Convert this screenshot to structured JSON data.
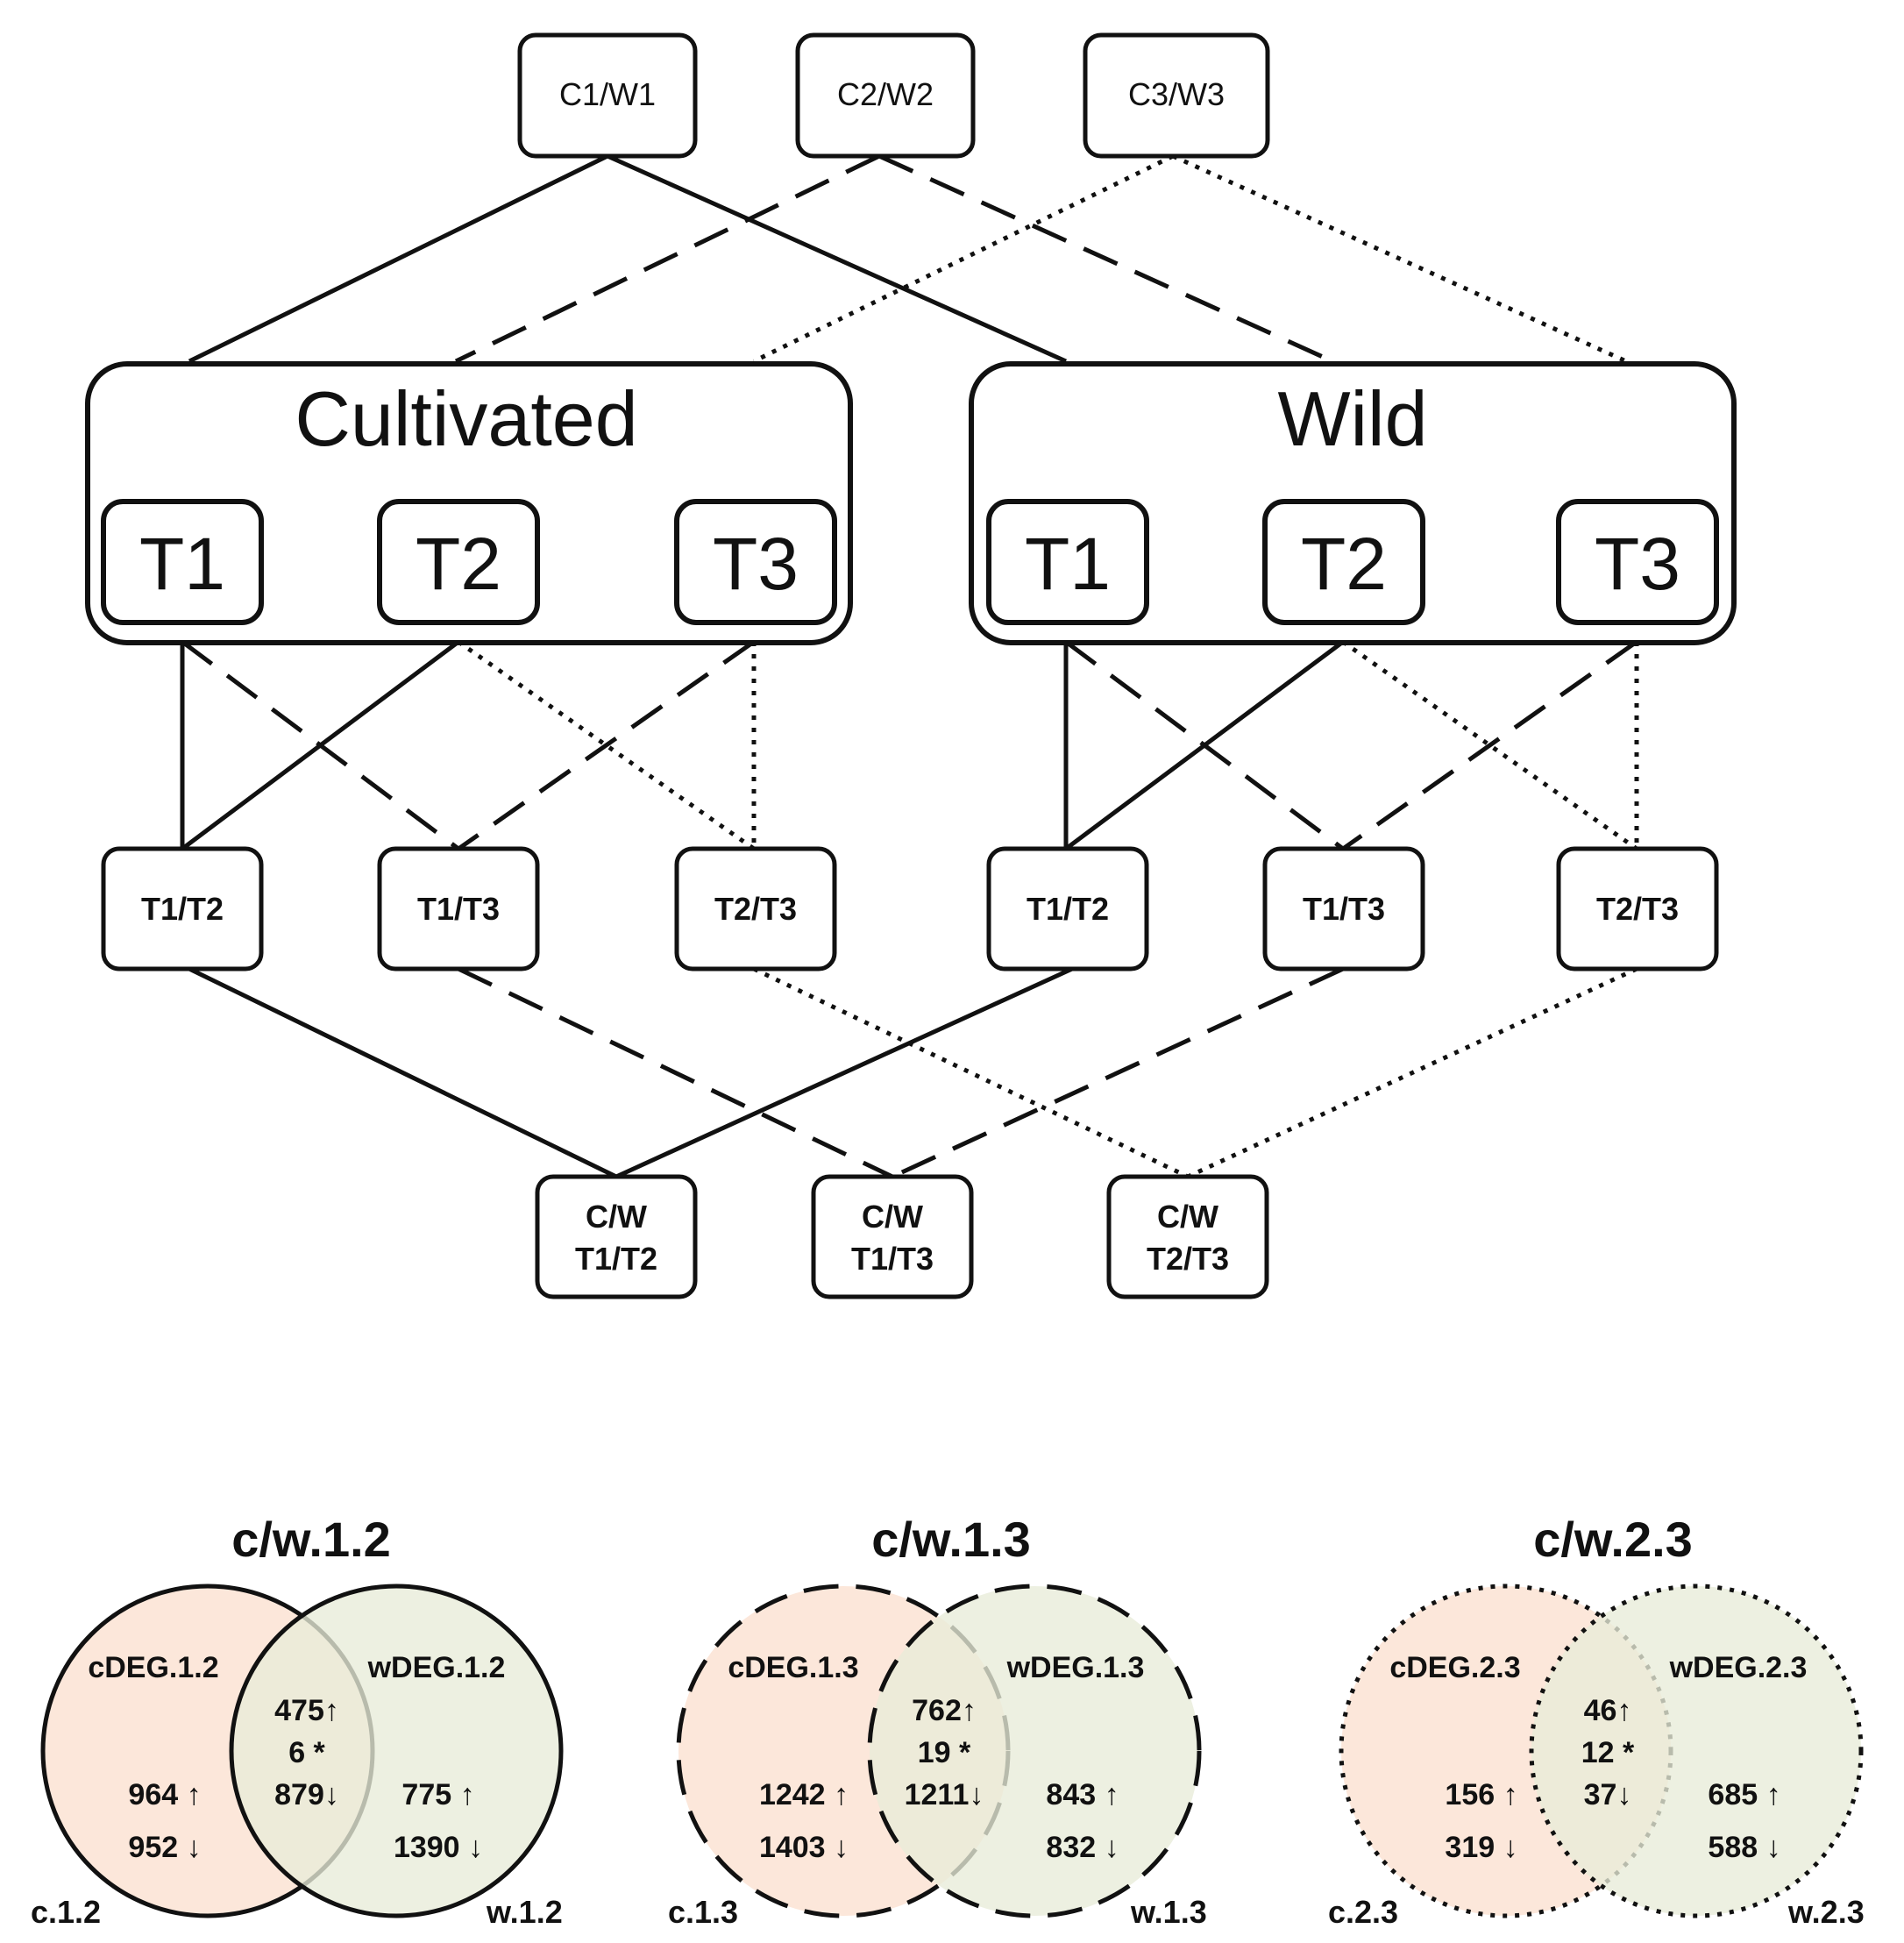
{
  "top_boxes": [
    {
      "id": "cw1",
      "label": "C1/W1"
    },
    {
      "id": "cw2",
      "label": "C2/W2"
    },
    {
      "id": "cw3",
      "label": "C3/W3"
    }
  ],
  "groups": {
    "cultivated": {
      "title": "Cultivated",
      "timepoints": [
        "T1",
        "T2",
        "T3"
      ],
      "comparisons": [
        "T1/T2",
        "T1/T3",
        "T2/T3"
      ]
    },
    "wild": {
      "title": "Wild",
      "timepoints": [
        "T1",
        "T2",
        "T3"
      ],
      "comparisons": [
        "T1/T2",
        "T1/T3",
        "T2/T3"
      ]
    }
  },
  "bottom_boxes": [
    {
      "line1": "C/W",
      "line2": "T1/T2"
    },
    {
      "line1": "C/W",
      "line2": "T1/T3"
    },
    {
      "line1": "C/W",
      "line2": "T2/T3"
    }
  ],
  "line_styles": {
    "T1/T2": "solid",
    "T1/T3": "dashed",
    "T2/T3": "dotted"
  },
  "colors": {
    "cultivated_fill": "#fbe3d3",
    "wild_fill": "#e8ecd9",
    "stroke": "#111111"
  },
  "venns": [
    {
      "title": "c/w.1.2",
      "left_label": "cDEG.1.2",
      "right_label": "wDEG.1.2",
      "left_up": "964 ↑",
      "left_down": "952 ↓",
      "overlap_up": "475↑",
      "overlap_mixed": "6 *",
      "overlap_down": "879↓",
      "right_up": "775 ↑",
      "right_down": "1390 ↓",
      "left_corner": "c.1.2",
      "right_corner": "w.1.2",
      "border": "solid"
    },
    {
      "title": "c/w.1.3",
      "left_label": "cDEG.1.3",
      "right_label": "wDEG.1.3",
      "left_up": "1242 ↑",
      "left_down": "1403 ↓",
      "overlap_up": "762↑",
      "overlap_mixed": "19 *",
      "overlap_down": "1211↓",
      "right_up": "843 ↑",
      "right_down": "832 ↓",
      "left_corner": "c.1.3",
      "right_corner": "w.1.3",
      "border": "dashed"
    },
    {
      "title": "c/w.2.3",
      "left_label": "cDEG.2.3",
      "right_label": "wDEG.2.3",
      "left_up": "156 ↑",
      "left_down": "319 ↓",
      "overlap_up": "46↑",
      "overlap_mixed": "12 *",
      "overlap_down": "37↓",
      "right_up": "685 ↑",
      "right_down": "588 ↓",
      "left_corner": "c.2.3",
      "right_corner": "w.2.3",
      "border": "dotted"
    }
  ]
}
